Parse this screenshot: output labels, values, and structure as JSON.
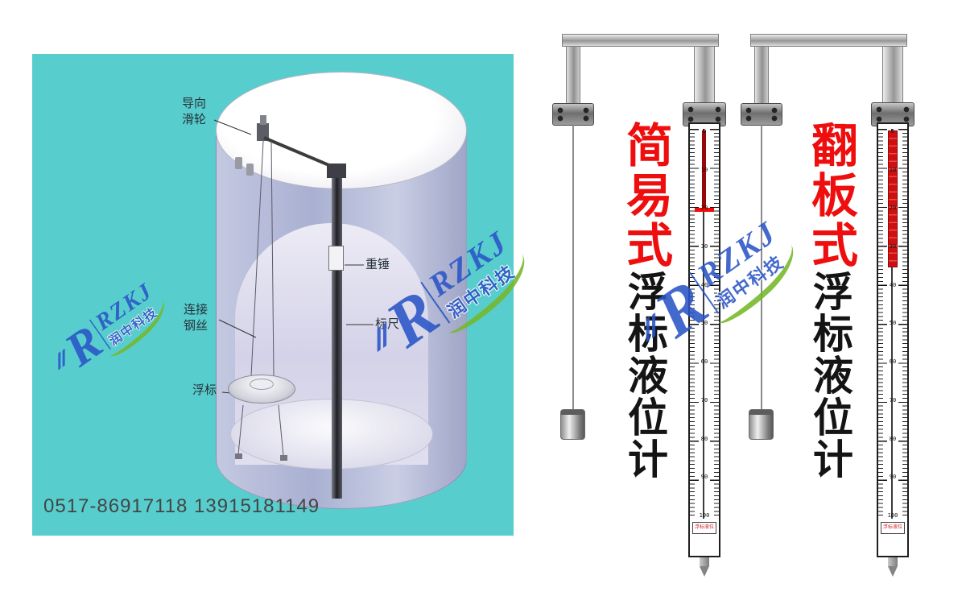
{
  "diagram_panel": {
    "labels": {
      "guide_pulley": "导向\n滑轮",
      "heavy_weight": "重锤",
      "ruler": "标尺",
      "connect_wire": "连接\n钢丝",
      "float": "浮标"
    },
    "phone_numbers": "0517-86917118  13915181149"
  },
  "products": [
    {
      "type_label": "简易式",
      "name_label": "浮标液位计"
    },
    {
      "type_label": "翻板式",
      "name_label": "浮标液位计"
    }
  ],
  "gauge_scale": {
    "numbers": [
      "0",
      "10",
      "20",
      "30",
      "40",
      "50",
      "60",
      "70",
      "80",
      "90",
      "100"
    ],
    "plate_label": "浮标液位计"
  },
  "watermark": {
    "r_letter": "R",
    "letters": "RZKJ",
    "company": "润中科技"
  },
  "colors": {
    "panel_teal": "#58cdcd",
    "type_red": "#ef0e0e",
    "name_black": "#141414",
    "watermark_blue": "#2a55c7",
    "swoosh_green": "#76b82a",
    "flap_red": "#cf1010"
  }
}
